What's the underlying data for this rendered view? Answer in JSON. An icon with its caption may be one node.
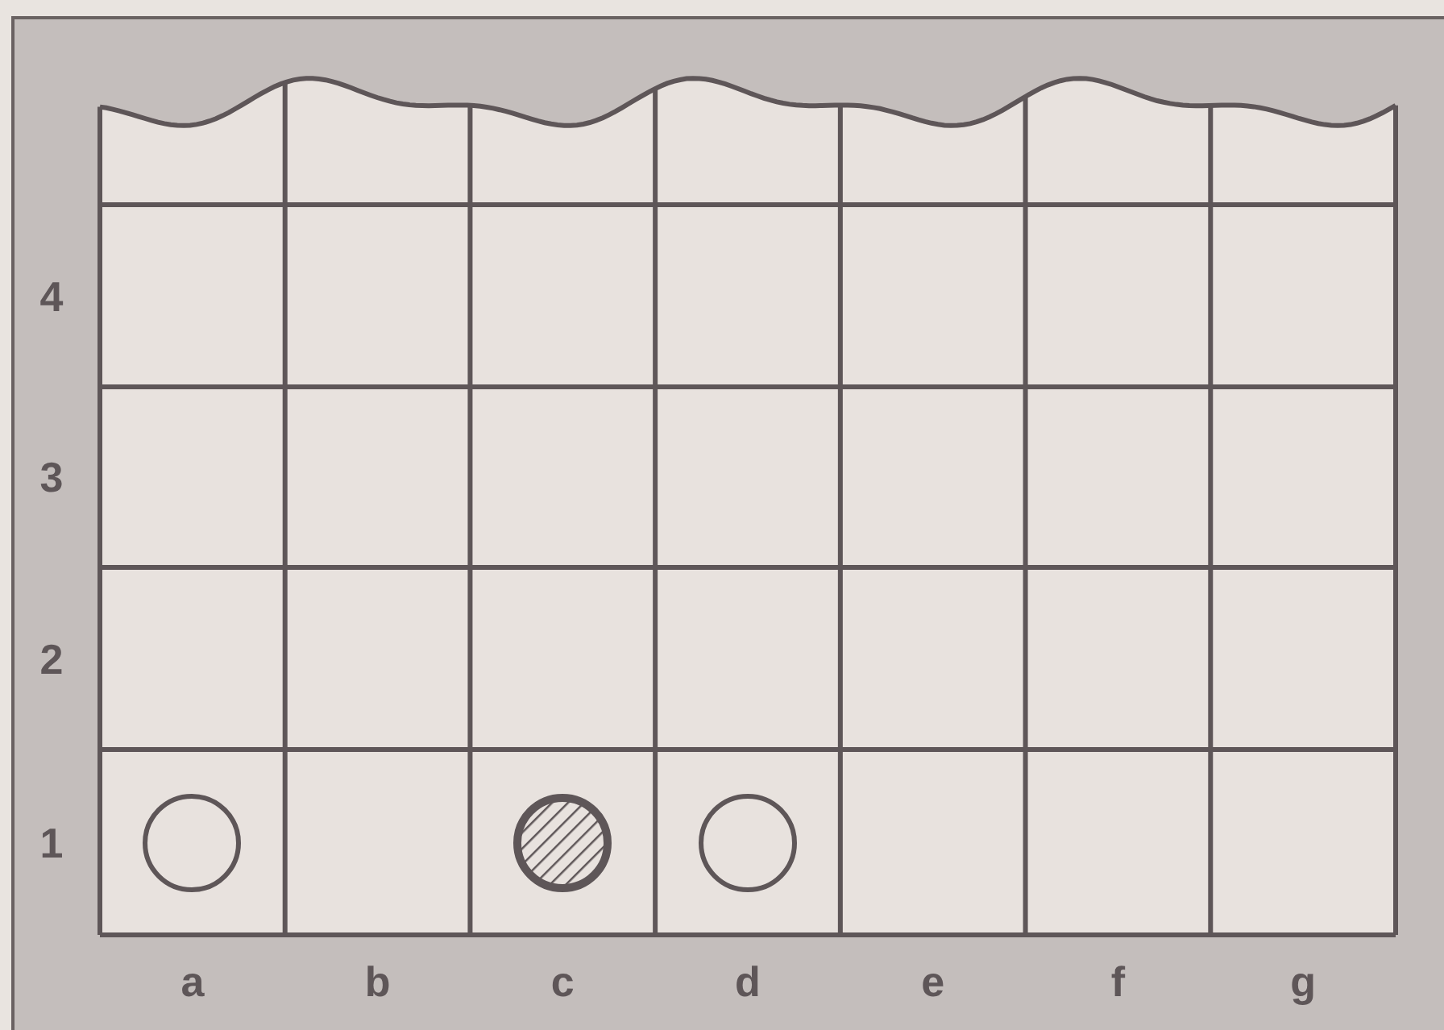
{
  "diagram": {
    "labels": [
      "4",
      "3",
      "2",
      "1",
      "a",
      "b",
      "c",
      "d",
      "e",
      "f",
      "g"
    ]
  }
}
